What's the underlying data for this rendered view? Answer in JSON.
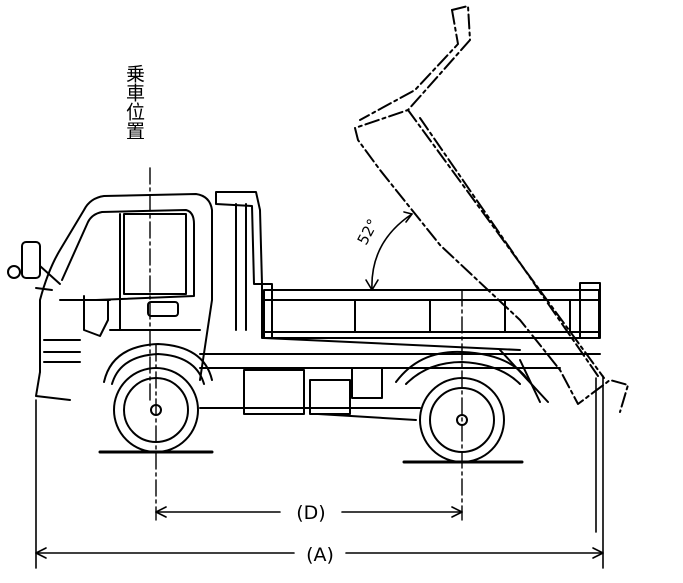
{
  "diagram": {
    "seat_position_label": "乗車位置",
    "tilt_angle_label": "52°",
    "dimension_d_label": "(D)",
    "dimension_a_label": "(A)"
  }
}
